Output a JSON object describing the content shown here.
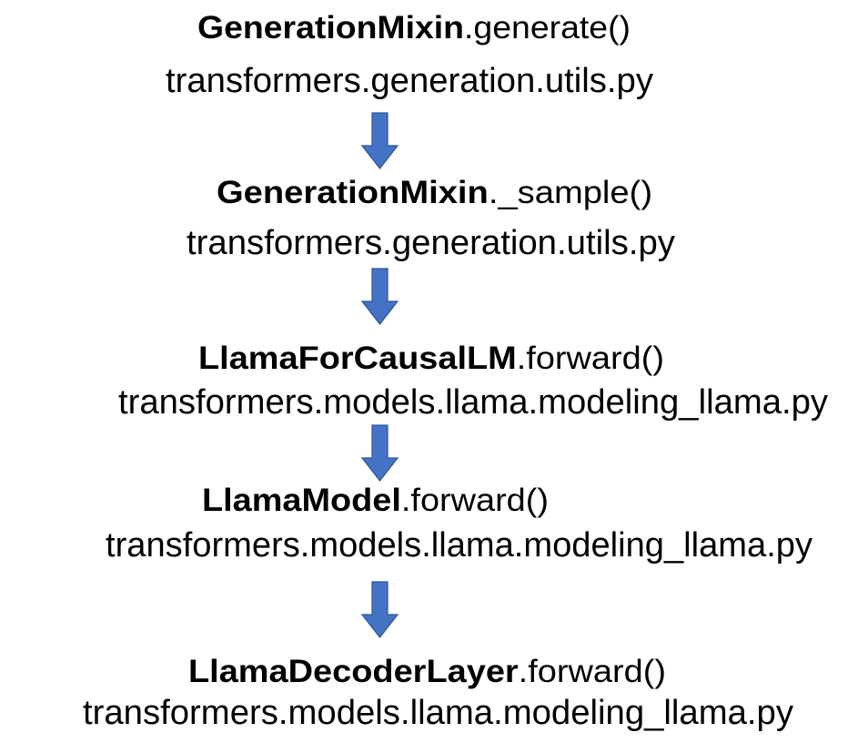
{
  "diagram": {
    "type": "call-stack-flow",
    "colors": {
      "text": "#000000",
      "arrow_fill": "#4472C4",
      "arrow_stroke": "#2F5597",
      "background": "#FFFFFF"
    },
    "steps": [
      {
        "class_name": "GenerationMixin",
        "method": ".generate()",
        "file": "transformers.generation.utils.py"
      },
      {
        "class_name": "GenerationMixin",
        "method": "._sample()",
        "file": "transformers.generation.utils.py"
      },
      {
        "class_name": "LlamaForCausalLM",
        "method": ".forward()",
        "file": "transformers.models.llama.modeling_llama.py"
      },
      {
        "class_name": "LlamaModel",
        "method": ".forward()",
        "file": "transformers.models.llama.modeling_llama.py"
      },
      {
        "class_name": "LlamaDecoderLayer",
        "method": ".forward()",
        "file": "transformers.models.llama.modeling_llama.py"
      }
    ],
    "arrows": [
      {
        "icon": "down-arrow-icon",
        "from": 0,
        "to": 1
      },
      {
        "icon": "down-arrow-icon",
        "from": 1,
        "to": 2
      },
      {
        "icon": "down-arrow-icon",
        "from": 2,
        "to": 3
      },
      {
        "icon": "down-arrow-icon",
        "from": 3,
        "to": 4
      }
    ]
  }
}
